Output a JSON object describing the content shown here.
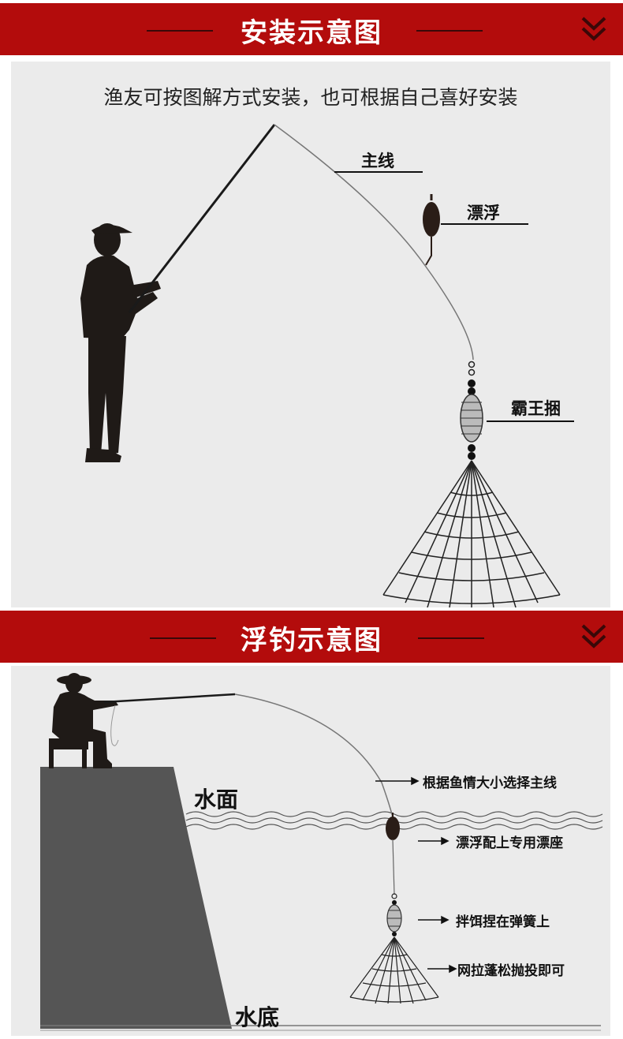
{
  "section1": {
    "title": "安装示意图",
    "subtitle": "渔友可按图解方式安装，也可根据自己喜好安装",
    "labels": {
      "main_line": "主线",
      "float": "漂浮",
      "bait_cage": "霸王捆"
    }
  },
  "section2": {
    "title": "浮钓示意图",
    "water_surface": "水面",
    "water_bottom": "水底",
    "notes": [
      "根据鱼情大小选择主线",
      "漂浮配上专用漂座",
      "拌饵捏在弹簧上",
      "网拉蓬松抛投即可"
    ]
  },
  "colors": {
    "banner_red": "#b30c0c",
    "panel_bg": "#ebebeb",
    "silhouette": "#1f1a17",
    "bank": "#555555"
  },
  "icons": {
    "banner_arrow": "double-chevron-down-icon"
  }
}
